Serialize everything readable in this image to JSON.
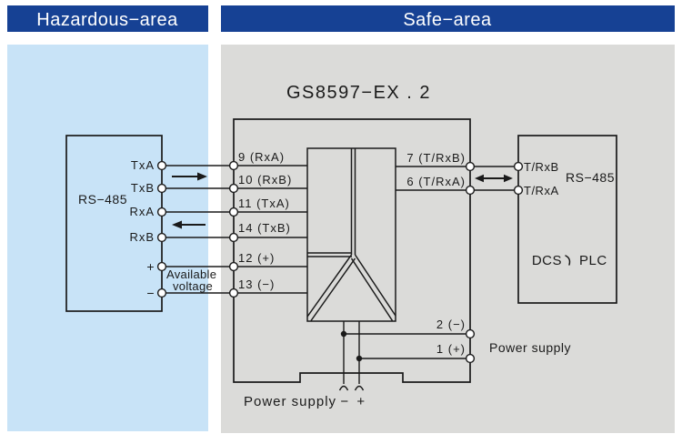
{
  "colors": {
    "header_bg": "#164194",
    "header_text": "#ffffff",
    "hazardous_bg": "#c8e3f7",
    "safe_bg": "#dbdbd9",
    "line": "#1a1a1a",
    "terminal_fill": "#ffffff"
  },
  "headers": {
    "hazardous": "Hazardous−area",
    "safe": "Safe−area"
  },
  "isolator": {
    "title": "GS8597−EX . 2",
    "left_terminals": [
      "9 (RxA)",
      "10 (RxB)",
      "11 (TxA)",
      "14 (TxB)",
      "12 (+)",
      "13 (−)"
    ],
    "right_terminals": [
      "7 (T/RxB)",
      "6 (T/RxA)"
    ],
    "power_terminals": [
      "2 (−)",
      "1 (+)"
    ]
  },
  "field_device": {
    "label": "RS−485",
    "terminals": [
      "TxA",
      "TxB",
      "RxA",
      "RxB",
      "+",
      "−"
    ],
    "voltage_note": [
      "Available",
      "voltage"
    ]
  },
  "dcs_device": {
    "label": "RS−485",
    "terminals": [
      "T/RxB",
      "T/RxA"
    ],
    "name": "DCS、PLC",
    "name_parts": [
      "DCS",
      "PLC"
    ]
  },
  "power": {
    "right_label": "Power supply",
    "bottom_label": "Power supply",
    "bottom_minus": "−",
    "bottom_plus": "+"
  }
}
